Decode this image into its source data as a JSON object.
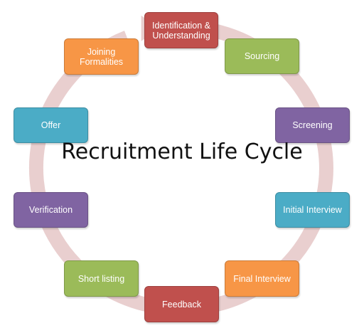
{
  "title": "Recruitment Life Cycle",
  "ring_color": "#e9cfcf",
  "stages": [
    {
      "label": "Identification &\nUnderstanding",
      "color": "#c0504d"
    },
    {
      "label": "Sourcing",
      "color": "#9bbb59"
    },
    {
      "label": "Screening",
      "color": "#8064a2"
    },
    {
      "label": "Initial Interview",
      "color": "#4bacc6"
    },
    {
      "label": "Final Interview",
      "color": "#f79646"
    },
    {
      "label": "Feedback",
      "color": "#c0504d"
    },
    {
      "label": "Short listing",
      "color": "#9bbb59"
    },
    {
      "label": "Verification",
      "color": "#8064a2"
    },
    {
      "label": "Offer",
      "color": "#4bacc6"
    },
    {
      "label": "Joining\nFormalities",
      "color": "#f79646"
    }
  ]
}
